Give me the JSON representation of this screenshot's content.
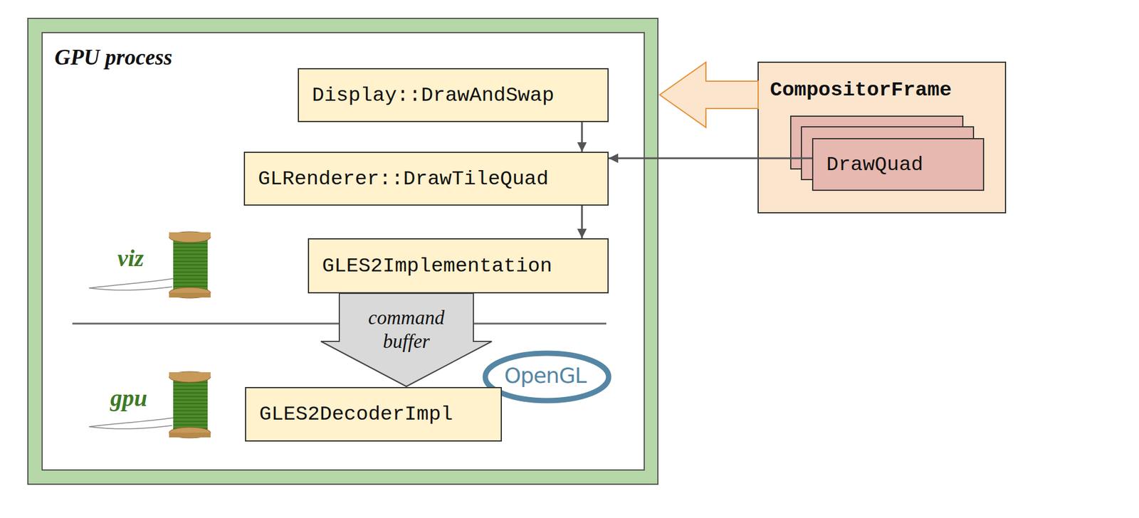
{
  "diagram": {
    "nodes": [
      {
        "text": [
          "GPU process"
        ]
      },
      {
        "text": [
          "Display::DrawAndSwap"
        ],
        "in": 0
      },
      {
        "text": [
          "GLRenderer::DrawTileQuad"
        ],
        "in": 0
      },
      {
        "text": [
          "GLES2Implementation"
        ],
        "in": 0
      },
      {
        "text": [
          "GLES2DecoderImpl"
        ],
        "in": 0
      },
      {
        "text": [
          "CompositorFrame"
        ]
      },
      {
        "text": [
          "DrawQuad"
        ],
        "in": 5
      }
    ],
    "edges": [
      {
        "from": 1,
        "to": 2,
        "arrow": "to"
      },
      {
        "from": 2,
        "to": 3,
        "arrow": "to"
      },
      {
        "from": 6,
        "to": 2,
        "arrow": "to"
      },
      {
        "from": 5,
        "to": 0,
        "arrow": "to"
      },
      {
        "from": 3,
        "to": 4,
        "label": "command buffer",
        "arrow": "to"
      }
    ],
    "labels": [
      "viz",
      "gpu",
      "OpenGL"
    ]
  }
}
